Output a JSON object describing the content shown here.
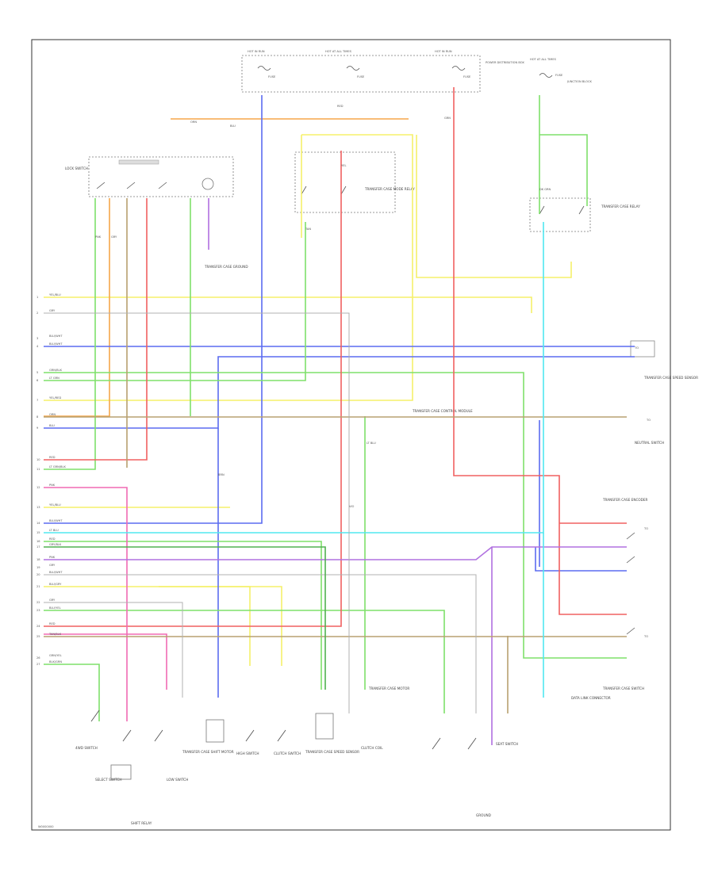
{
  "diagram": {
    "footer_code": "W0000000",
    "wire_colors": {
      "yellow": "#f5f06a",
      "blue": "#5b6cf0",
      "green": "#7fe06a",
      "orange": "#f5a64a",
      "red": "#f06060",
      "pink": "#f06ab4",
      "brown": "#b8a070",
      "gray": "#b0b0b0",
      "cyan": "#50e8f0",
      "violet": "#b070e0",
      "dark_green": "#50b050"
    },
    "fuse_box": {
      "top_labels": [
        "HOT IN RUN",
        "HOT AT ALL TIMES",
        "HOT IN RUN"
      ],
      "fuses": [
        "FUSE",
        "FUSE",
        "FUSE"
      ],
      "side_label": "POWER DISTRIBUTION BOX"
    },
    "right_fuse": {
      "label": "HOT AT ALL TIMES",
      "fuse": "FUSE",
      "note": "JUNCTION BLOCK"
    },
    "components": [
      {
        "key": "lock_switch",
        "name": "LOCK SWITCH"
      },
      {
        "key": "tc_mode_relay",
        "name": "TRANSFER CASE MODE RELAY"
      },
      {
        "key": "tc_relay_right",
        "name": "TRANSFER CASE RELAY"
      },
      {
        "key": "tc_ground",
        "name": "TRANSFER CASE GROUND"
      },
      {
        "key": "tc_shift_motor",
        "name": "TRANSFER CASE SHIFT MOTOR"
      },
      {
        "key": "tc_module",
        "name": "TRANSFER CASE CONTROL MODULE"
      },
      {
        "key": "tc_sensor_right",
        "name": "TRANSFER CASE SPEED SENSOR"
      },
      {
        "key": "neutral_switch",
        "name": "NEUTRAL SWITCH"
      },
      {
        "key": "tc_encoder",
        "name": "TRANSFER CASE ENCODER"
      },
      {
        "key": "tc_switch",
        "name": "TRANSFER CASE SWITCH"
      },
      {
        "key": "switch_left_1",
        "name": "4WD SWITCH"
      },
      {
        "key": "switch_left_2",
        "name": "SELECT SWITCH"
      },
      {
        "key": "switch_left_3",
        "name": "LOW SWITCH"
      },
      {
        "key": "relay_left",
        "name": "SHIFT RELAY"
      },
      {
        "key": "sw_bottom_1",
        "name": "HIGH SWITCH"
      },
      {
        "key": "sw_bottom_2",
        "name": "CLUTCH SWITCH"
      },
      {
        "key": "tc_sensor_bottom",
        "name": "TRANSFER CASE SPEED SENSOR"
      },
      {
        "key": "clutch_coil",
        "name": "CLUTCH COIL"
      },
      {
        "key": "tc_motor_bottom",
        "name": "TRANSFER CASE MOTOR"
      },
      {
        "key": "ground_bottom",
        "name": "GROUND"
      },
      {
        "key": "data_link",
        "name": "DATA LINK CONNECTOR"
      },
      {
        "key": "seat_switch",
        "name": "SEAT SWITCH"
      }
    ],
    "left_pin_labels": [
      "YEL/BLU",
      "GRY",
      "BLU/WHT",
      "BLU/WHT",
      "GRN/BLK",
      "LT GRN",
      "YEL/RED",
      "ORN",
      "BLU",
      "RED",
      "LT GRN/BLK",
      "PNK",
      "YEL/BLU",
      "BLU/WHT",
      "LT BLU",
      "RED",
      "GRY/BLK",
      "PNK",
      "GRY",
      "BLU/WHT",
      "BLU/GRY",
      "GRY",
      "BLU/YEL",
      "RED",
      "TAN/BLK",
      "GRN/YEL",
      "BLK/GRN"
    ],
    "right_labels": [
      "TO",
      "TO",
      "TO",
      "TO"
    ],
    "wire_tags": [
      "ORN",
      "RED",
      "GRN",
      "BLU",
      "YEL",
      "PNK",
      "GRY",
      "TAN",
      "BRN",
      "VIO",
      "LT BLU",
      "DK GRN"
    ]
  }
}
